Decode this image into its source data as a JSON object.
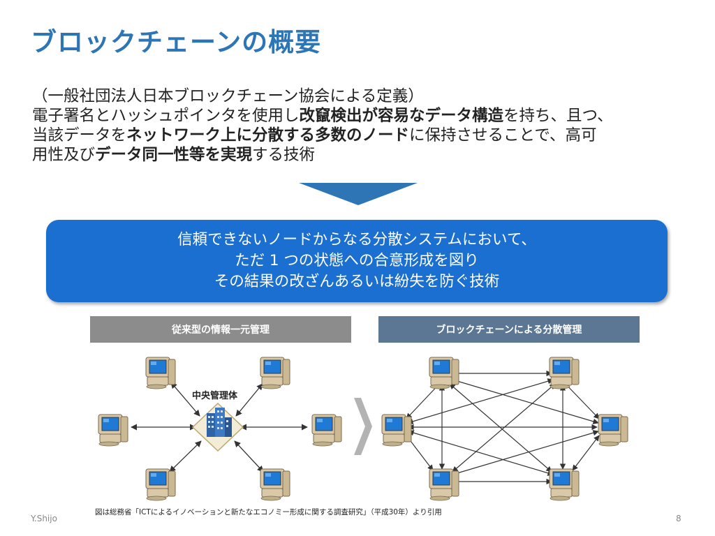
{
  "slide": {
    "title": "ブロックチェーンの概要",
    "definition": {
      "source_line": "（一般社団法人日本ブロックチェーン協会による定義）",
      "line1": [
        {
          "text": "電子署名とハッシュポインタを使用し",
          "bold": false
        },
        {
          "text": "改竄検出が容易なデータ構造",
          "bold": true
        },
        {
          "text": "を持ち、且つ、",
          "bold": false
        }
      ],
      "line2": [
        {
          "text": "当該データを",
          "bold": false
        },
        {
          "text": "ネットワーク上に分散する多数のノード",
          "bold": true
        },
        {
          "text": "に保持させることで、高可",
          "bold": false
        }
      ],
      "line3": [
        {
          "text": "用性及び",
          "bold": false
        },
        {
          "text": "データ同一性等を実現",
          "bold": true
        },
        {
          "text": "する技術",
          "bold": false
        }
      ]
    },
    "summary": {
      "line1": "信頼できないノードからなる分散システムにおいて、",
      "line2": "ただ 1 つの状態への合意形成を図り",
      "line3": "その結果の改ざんあるいは紛失を防ぐ技術"
    },
    "centralized": {
      "header": "従来型の情報一元管理",
      "hub_label": "中央管理体",
      "header_color": "#8c8c8c"
    },
    "distributed": {
      "header": "ブロックチェーンによる分散管理",
      "header_color": "#5c7793"
    },
    "source_note": "図は総務省「ICTによるイノベーションと新たなエコノミー形成に関する調査研究」（平成30年）より引用",
    "author": "Y.Shijo",
    "page_number": "8",
    "colors": {
      "title": "#2e75b6",
      "summary_box": "#1a6fd0",
      "arrow": "#2e75b6"
    },
    "icons": {
      "node": "computer-icon",
      "hub": "building-icon"
    }
  }
}
